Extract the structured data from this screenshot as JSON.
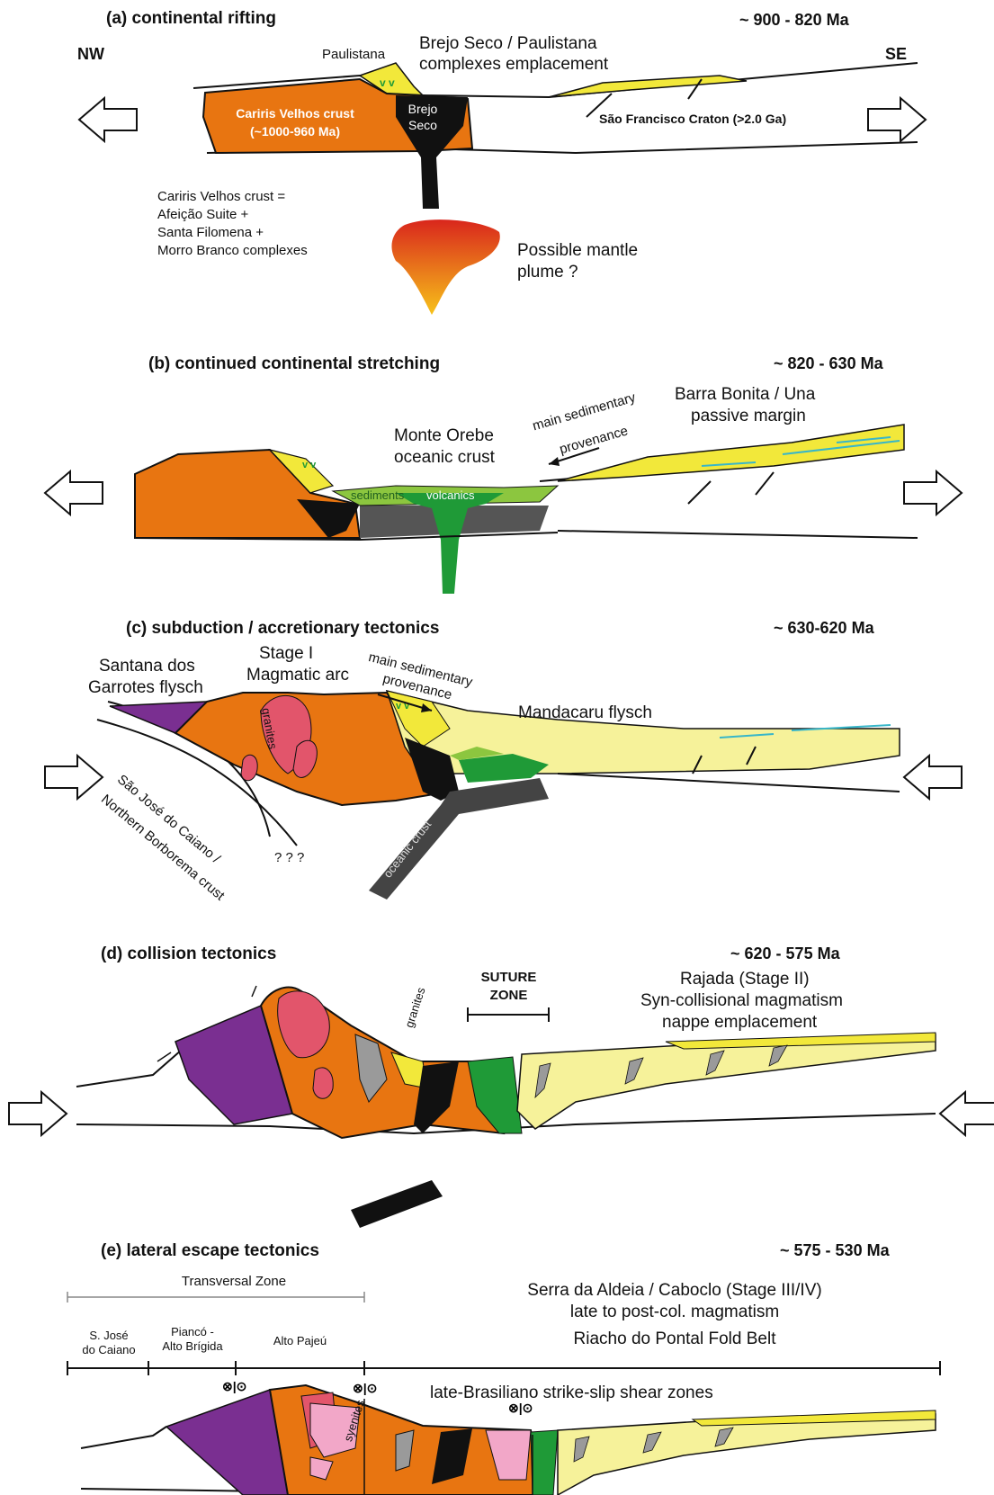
{
  "panels": {
    "a": {
      "title": "(a) continental rifting",
      "age": "~ 900 - 820 Ma",
      "nw": "NW",
      "se": "SE",
      "paulistana": "Paulistana",
      "emplacement_1": "Brejo Seco / Paulistana",
      "emplacement_2": "complexes emplacement",
      "cariris_1": "Cariris Velhos crust",
      "cariris_2": "(~1000-960 Ma)",
      "brejo_1": "Brejo",
      "brejo_2": "Seco",
      "craton": "São Francisco Craton (>2.0 Ga)",
      "def_1": "Cariris Velhos crust =",
      "def_2": "Afeição Suite +",
      "def_3": "Santa Filomena +",
      "def_4": "Morro Branco complexes",
      "plume_1": "Possible mantle",
      "plume_2": "plume ?"
    },
    "b": {
      "title": "(b) continued continental stretching",
      "age": "~ 820 - 630 Ma",
      "barra_1": "Barra Bonita / Una",
      "barra_2": "passive margin",
      "prov_1": "main sedimentary",
      "prov_2": "provenance",
      "orebe_1": "Monte Orebe",
      "orebe_2": "oceanic crust",
      "sediments": "sediments",
      "volcanics": "volcanics"
    },
    "c": {
      "title": "(c) subduction / accretionary tectonics",
      "age": "~ 630-620 Ma",
      "santana_1": "Santana dos",
      "santana_2": "Garrotes flysch",
      "stage_1": "Stage I",
      "stage_2": "Magmatic arc",
      "prov_1": "main sedimentary",
      "prov_2": "provenance",
      "mandacaru": "Mandacaru flysch",
      "granites": "granites",
      "sjc_1": "São José do Caiano /",
      "sjc_2": "Northern Borborema crust",
      "qqq": "? ? ?",
      "oceanic": "oceanic crust"
    },
    "d": {
      "title": "(d) collision tectonics",
      "age": "~ 620 - 575 Ma",
      "suture_1": "SUTURE",
      "suture_2": "ZONE",
      "rajada_1": "Rajada (Stage II)",
      "rajada_2": "Syn-collisional magmatism",
      "rajada_3": "nappe emplacement",
      "granites": "granites"
    },
    "e": {
      "title": "(e) lateral escape tectonics",
      "age": "~ 575 - 530 Ma",
      "transversal": "Transversal Zone",
      "serra_1": "Serra da Aldeia / Caboclo (Stage III/IV)",
      "serra_2": "late to post-col. magmatism",
      "riacho": "Riacho do Pontal Fold Belt",
      "sjose_1": "S. José",
      "sjose_2": "do Caiano",
      "pianco_1": "Piancó -",
      "pianco_2": "Alto Brígida",
      "alto": "Alto Pajeú",
      "shear": "late-Brasiliano strike-slip shear zones",
      "syenites": "syenites"
    }
  },
  "colors": {
    "orange": "#e87511",
    "yellow": "#f2e83a",
    "pale_yellow": "#f6f29a",
    "green": "#1f9a37",
    "light_green": "#8cc63f",
    "black": "#111111",
    "dark_grey": "#444444",
    "grey": "#9a9a9a",
    "purple": "#7a2f91",
    "pink": "#e2556b",
    "light_pink": "#f2a7c8",
    "cyan": "#38b6c9"
  }
}
